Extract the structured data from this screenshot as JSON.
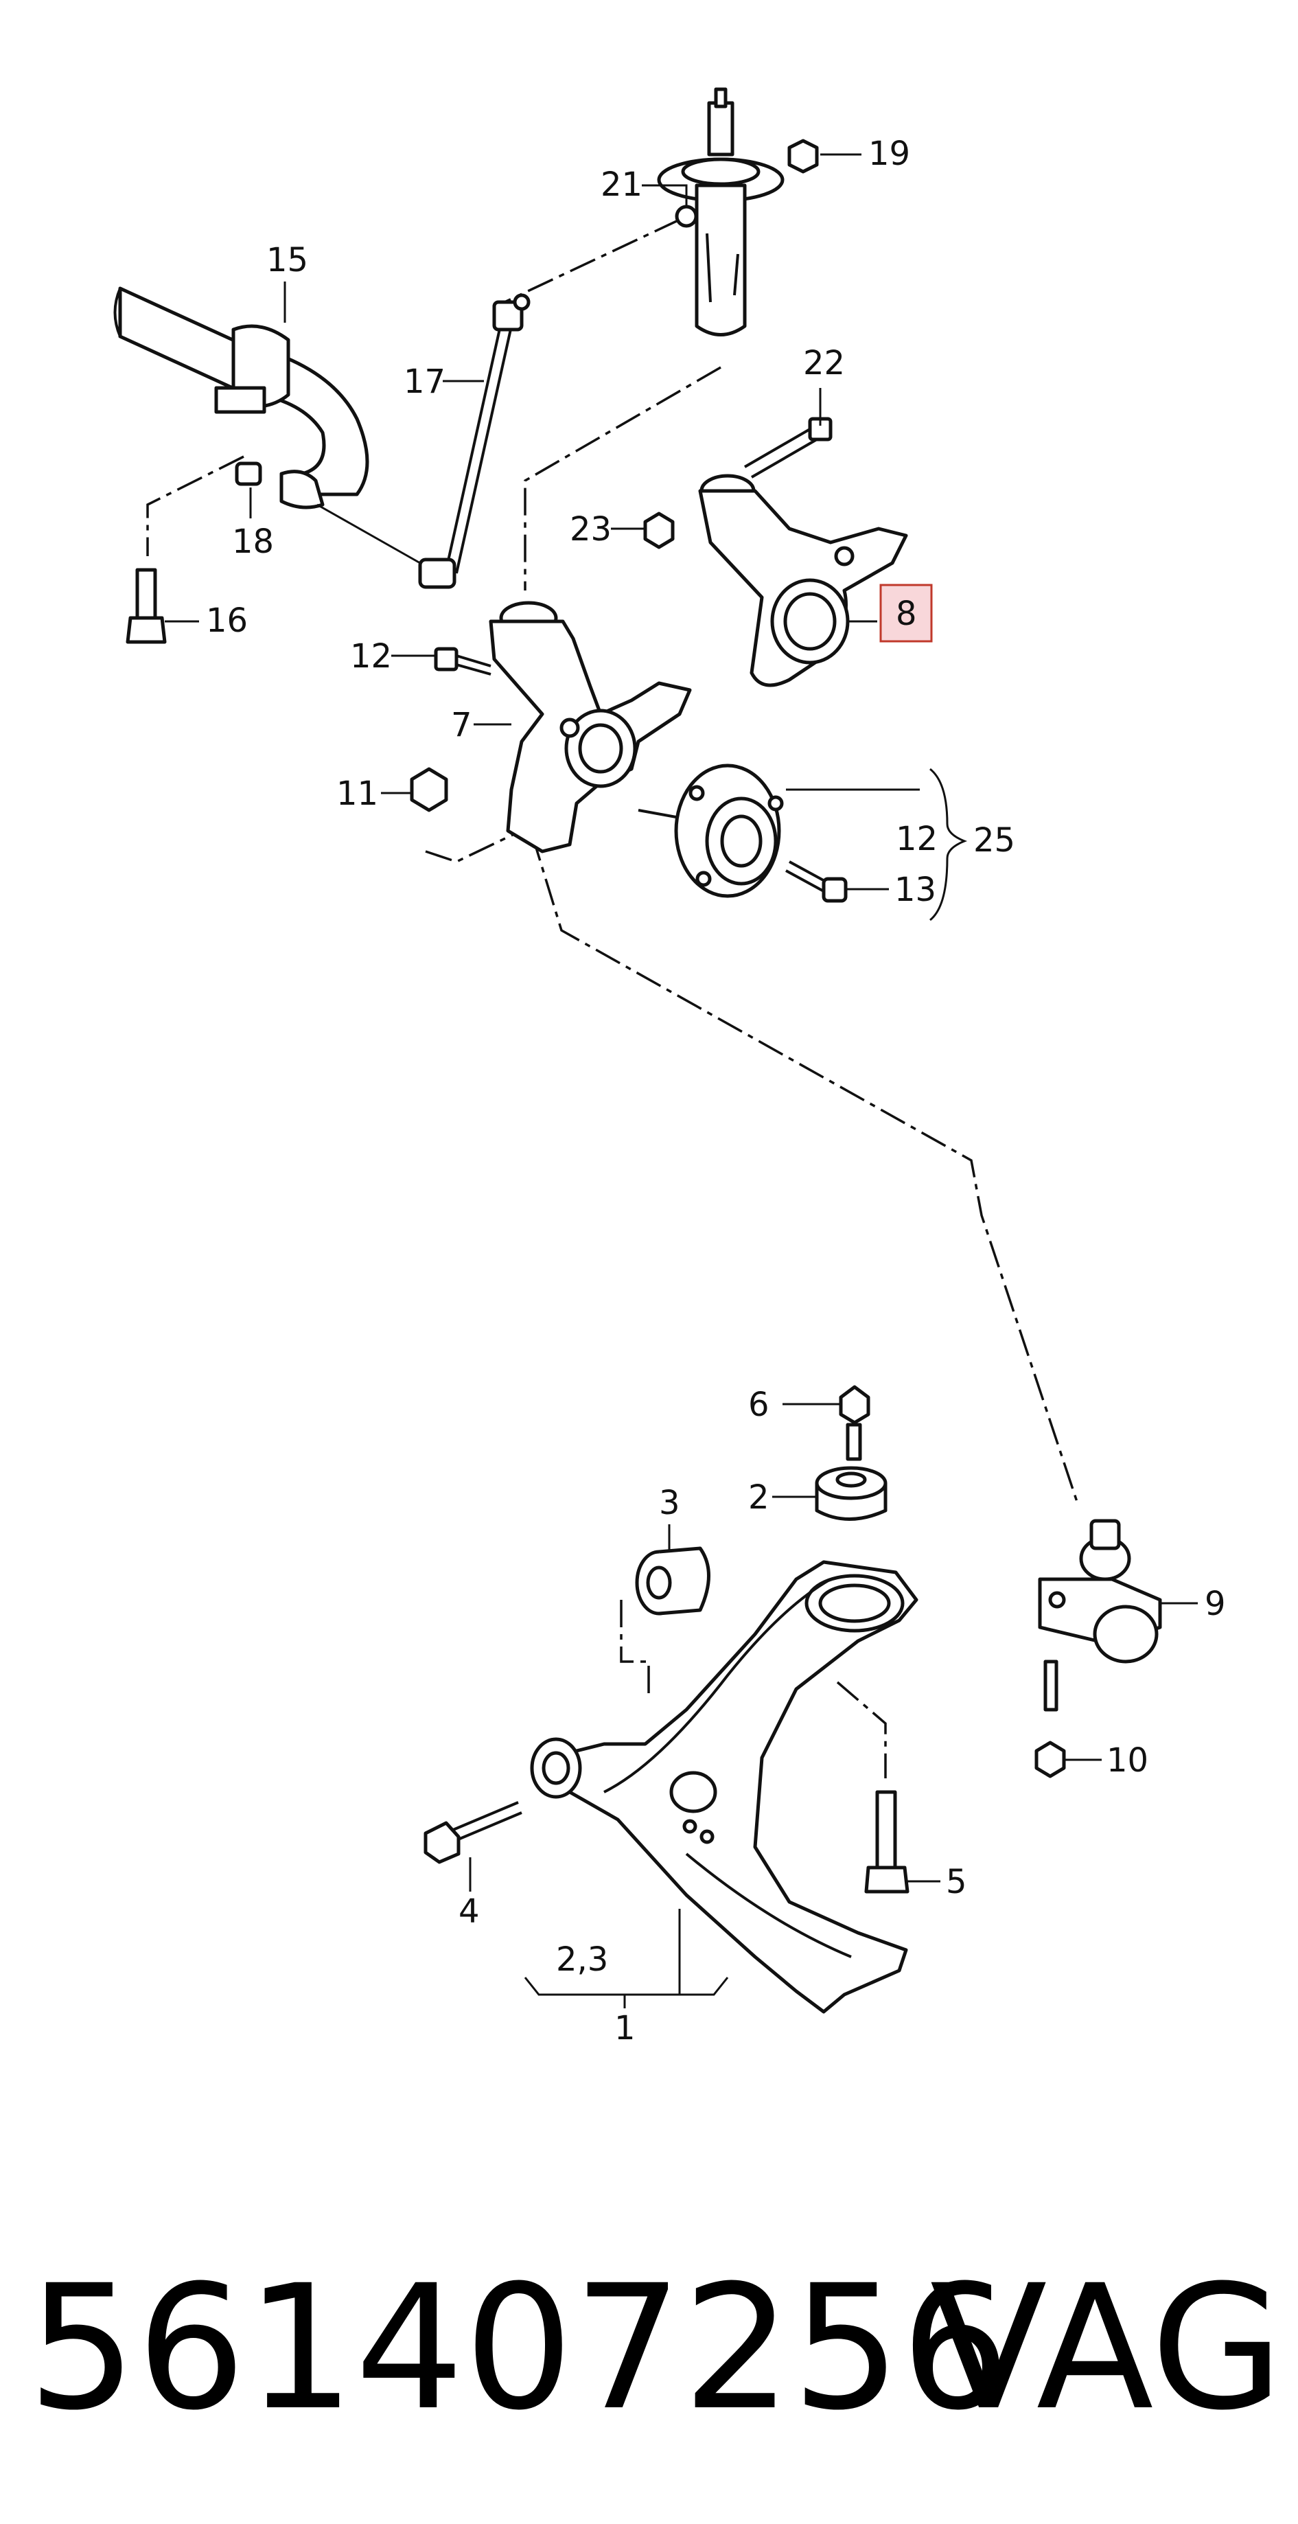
{
  "callouts": {
    "c1": "1",
    "c2": "2",
    "c23": "2,3",
    "c3": "3",
    "c4": "4",
    "c5": "5",
    "c6": "6",
    "c7": "7",
    "c8": "8",
    "c9": "9",
    "c10": "10",
    "c11": "11",
    "c12a": "12",
    "c12b": "12",
    "c13": "13",
    "c15": "15",
    "c16": "16",
    "c17": "17",
    "c18": "18",
    "c19": "19",
    "c21": "21",
    "c22": "22",
    "c23b": "23",
    "c25": "25"
  },
  "highlight_color": "#f8d7da",
  "highlight_border": "#c0392b",
  "footer": {
    "part_number": "561407256",
    "brand": "VAG"
  }
}
